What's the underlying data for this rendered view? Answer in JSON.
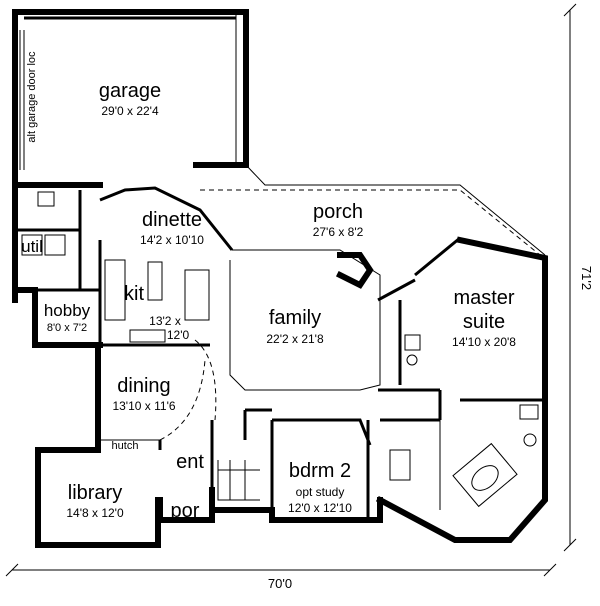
{
  "rooms": {
    "garage": {
      "name": "garage",
      "size": "29'0 x 22'4"
    },
    "alt_garage": {
      "label": "alt garage door loc"
    },
    "util": {
      "name": "util"
    },
    "hobby": {
      "name": "hobby",
      "size": "8'0 x 7'2"
    },
    "dinette": {
      "name": "dinette",
      "size": "14'2 x 10'10"
    },
    "kit": {
      "name": "kit",
      "size_line1": "13'2 x",
      "size_line2": "12'0"
    },
    "porch": {
      "name": "porch",
      "size": "27'6 x 8'2"
    },
    "family": {
      "name": "family",
      "size": "22'2 x 21'8"
    },
    "master": {
      "name_line1": "master",
      "name_line2": "suite",
      "size": "14'10 x 20'8"
    },
    "dining": {
      "name": "dining",
      "size": "13'10 x 11'6"
    },
    "hutch": {
      "name": "hutch"
    },
    "ent": {
      "name": "ent"
    },
    "bdrm2": {
      "name": "bdrm 2",
      "sub": "opt study",
      "size": "12'0 x 12'10"
    },
    "library": {
      "name": "library",
      "size": "14'8 x 12'0"
    },
    "por": {
      "name": "por"
    }
  },
  "dimensions": {
    "width": "70'0",
    "depth": "71'2"
  }
}
